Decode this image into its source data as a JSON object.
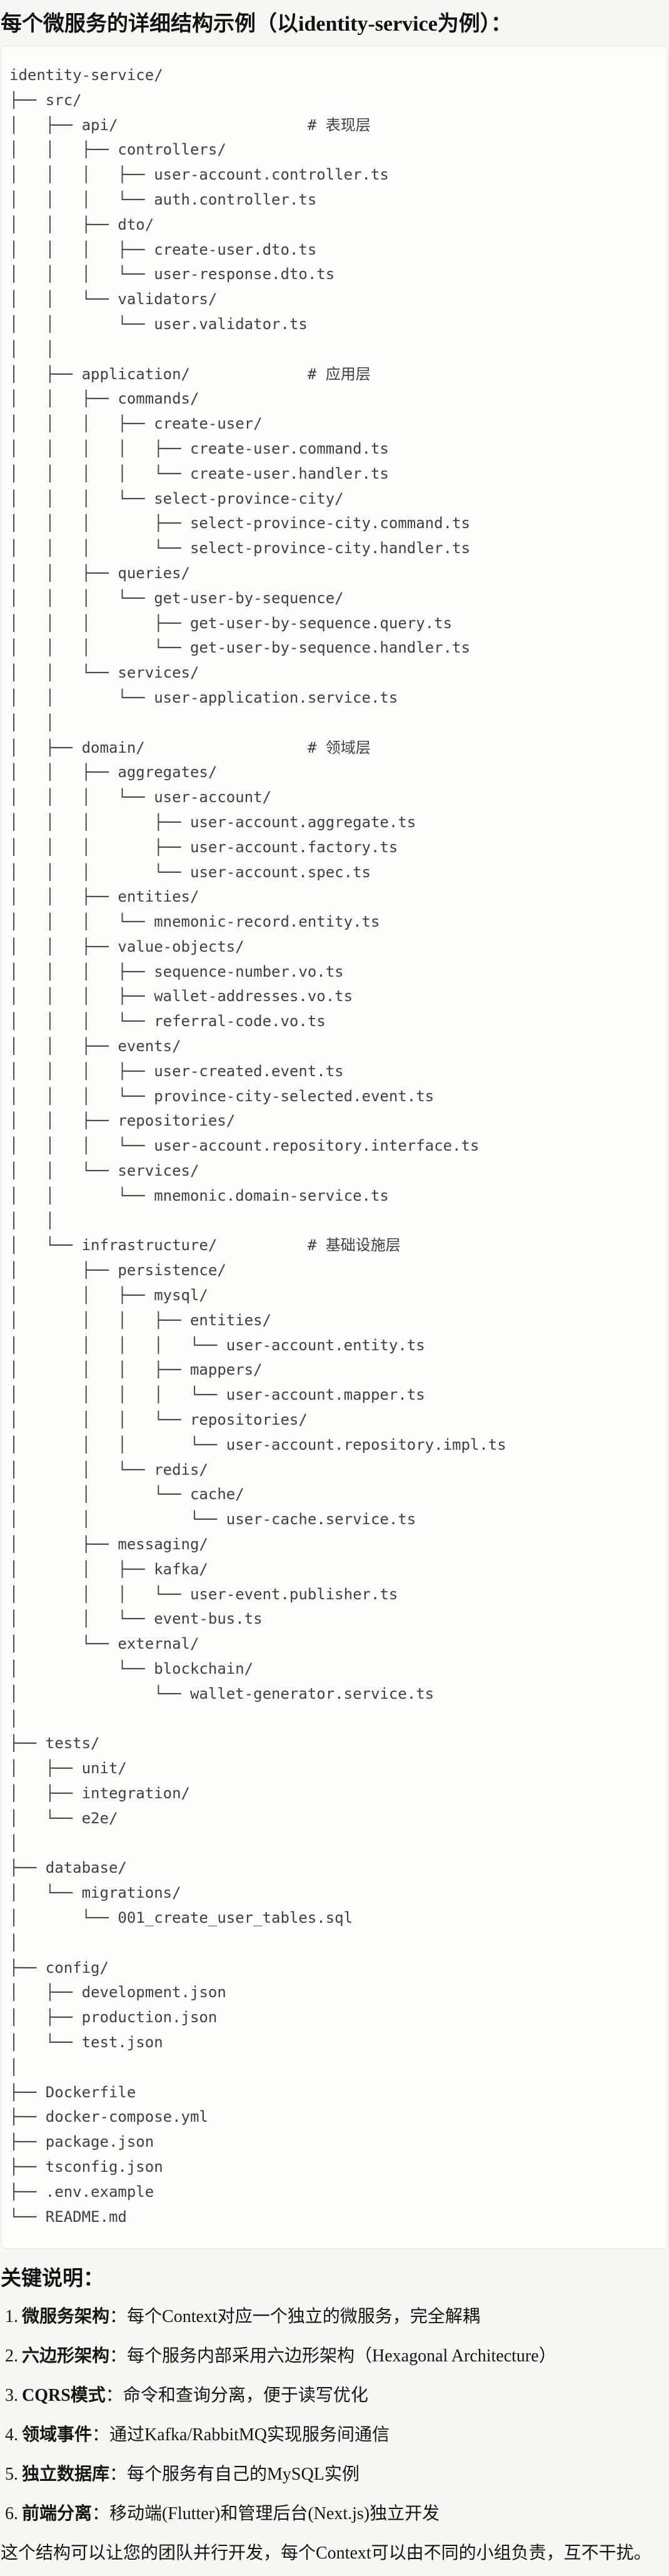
{
  "header": {
    "title": "每个微服务的详细结构示例（以identity-service为例）："
  },
  "code_block": {
    "background": "#fdfdfa",
    "border_color": "#e5e3da",
    "text_color": "#3d4146",
    "lines": [
      "identity-service/",
      "├── src/",
      "│   ├── api/                     # 表现层",
      "│   │   ├── controllers/",
      "│   │   │   ├── user-account.controller.ts",
      "│   │   │   └── auth.controller.ts",
      "│   │   ├── dto/",
      "│   │   │   ├── create-user.dto.ts",
      "│   │   │   └── user-response.dto.ts",
      "│   │   └── validators/",
      "│   │       └── user.validator.ts",
      "│   │",
      "│   ├── application/             # 应用层",
      "│   │   ├── commands/",
      "│   │   │   ├── create-user/",
      "│   │   │   │   ├── create-user.command.ts",
      "│   │   │   │   └── create-user.handler.ts",
      "│   │   │   └── select-province-city/",
      "│   │   │       ├── select-province-city.command.ts",
      "│   │   │       └── select-province-city.handler.ts",
      "│   │   ├── queries/",
      "│   │   │   └── get-user-by-sequence/",
      "│   │   │       ├── get-user-by-sequence.query.ts",
      "│   │   │       └── get-user-by-sequence.handler.ts",
      "│   │   └── services/",
      "│   │       └── user-application.service.ts",
      "│   │",
      "│   ├── domain/                  # 领域层",
      "│   │   ├── aggregates/",
      "│   │   │   └── user-account/",
      "│   │   │       ├── user-account.aggregate.ts",
      "│   │   │       ├── user-account.factory.ts",
      "│   │   │       └── user-account.spec.ts",
      "│   │   ├── entities/",
      "│   │   │   └── mnemonic-record.entity.ts",
      "│   │   ├── value-objects/",
      "│   │   │   ├── sequence-number.vo.ts",
      "│   │   │   ├── wallet-addresses.vo.ts",
      "│   │   │   └── referral-code.vo.ts",
      "│   │   ├── events/",
      "│   │   │   ├── user-created.event.ts",
      "│   │   │   └── province-city-selected.event.ts",
      "│   │   ├── repositories/",
      "│   │   │   └── user-account.repository.interface.ts",
      "│   │   └── services/",
      "│   │       └── mnemonic.domain-service.ts",
      "│   │",
      "│   └── infrastructure/          # 基础设施层",
      "│       ├── persistence/",
      "│       │   ├── mysql/",
      "│       │   │   ├── entities/",
      "│       │   │   │   └── user-account.entity.ts",
      "│       │   │   ├── mappers/",
      "│       │   │   │   └── user-account.mapper.ts",
      "│       │   │   └── repositories/",
      "│       │   │       └── user-account.repository.impl.ts",
      "│       │   └── redis/",
      "│       │       └── cache/",
      "│       │           └── user-cache.service.ts",
      "│       ├── messaging/",
      "│       │   ├── kafka/",
      "│       │   │   └── user-event.publisher.ts",
      "│       │   └── event-bus.ts",
      "│       └── external/",
      "│           └── blockchain/",
      "│               └── wallet-generator.service.ts",
      "│",
      "├── tests/",
      "│   ├── unit/",
      "│   ├── integration/",
      "│   └── e2e/",
      "│",
      "├── database/",
      "│   └── migrations/",
      "│       └── 001_create_user_tables.sql",
      "│",
      "├── config/",
      "│   ├── development.json",
      "│   ├── production.json",
      "│   └── test.json",
      "│",
      "├── Dockerfile",
      "├── docker-compose.yml",
      "├── package.json",
      "├── tsconfig.json",
      "├── .env.example",
      "└── README.md"
    ]
  },
  "notes": {
    "heading": "关键说明：",
    "items": [
      {
        "num": "1.",
        "label": "微服务架构",
        "colon": "：",
        "text": "每个Context对应一个独立的微服务，完全解耦"
      },
      {
        "num": "2.",
        "label": "六边形架构",
        "colon": "：",
        "text": "每个服务内部采用六边形架构（Hexagonal Architecture）"
      },
      {
        "num": "3.",
        "label": "CQRS模式",
        "colon": "：",
        "text": "命令和查询分离，便于读写优化"
      },
      {
        "num": "4.",
        "label": "领域事件",
        "colon": "：",
        "text": "通过Kafka/RabbitMQ实现服务间通信"
      },
      {
        "num": "5.",
        "label": "独立数据库",
        "colon": "：",
        "text": "每个服务有自己的MySQL实例"
      },
      {
        "num": "6.",
        "label": "前端分离",
        "colon": "：",
        "text": "移动端(Flutter)和管理后台(Next.js)独立开发"
      }
    ],
    "footer": "这个结构可以让您的团队并行开发，每个Context可以由不同的小组负责，互不干扰。"
  }
}
